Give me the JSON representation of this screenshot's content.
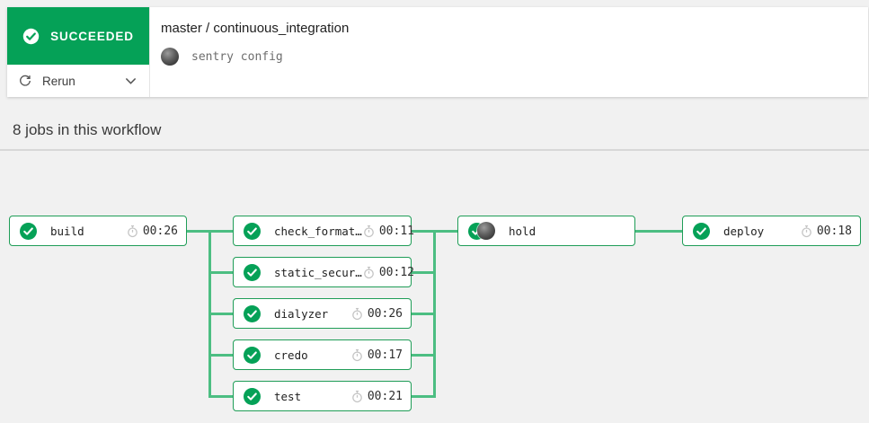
{
  "header": {
    "status": "SUCCEEDED",
    "rerun_label": "Rerun",
    "breadcrumb": "master / continuous_integration",
    "commit_message": "sentry config"
  },
  "workflow_summary": {
    "heading": "8 jobs in this workflow"
  },
  "workflow": {
    "jobs": [
      {
        "name": "build",
        "time": "00:26"
      },
      {
        "name": "check_format…",
        "time": "00:11"
      },
      {
        "name": "static_secur…",
        "time": "00:12"
      },
      {
        "name": "dialyzer",
        "time": "00:26"
      },
      {
        "name": "credo",
        "time": "00:17"
      },
      {
        "name": "test",
        "time": "00:21"
      },
      {
        "name": "hold",
        "time": ""
      },
      {
        "name": "deploy",
        "time": "00:18"
      }
    ]
  },
  "colors": {
    "success_green": "#05a157",
    "node_border_green": "#1f9d57",
    "connector_green": "#4cbe82",
    "stopwatch_gray": "#c4c4c4",
    "page_background": "#f1f1f1",
    "divider_gray": "#d8d8d8"
  },
  "icons": {
    "status": "check-circle-icon",
    "rerun": "refresh-icon",
    "expand": "chevron-down-icon",
    "duration": "stopwatch-icon",
    "committer": "avatar"
  }
}
